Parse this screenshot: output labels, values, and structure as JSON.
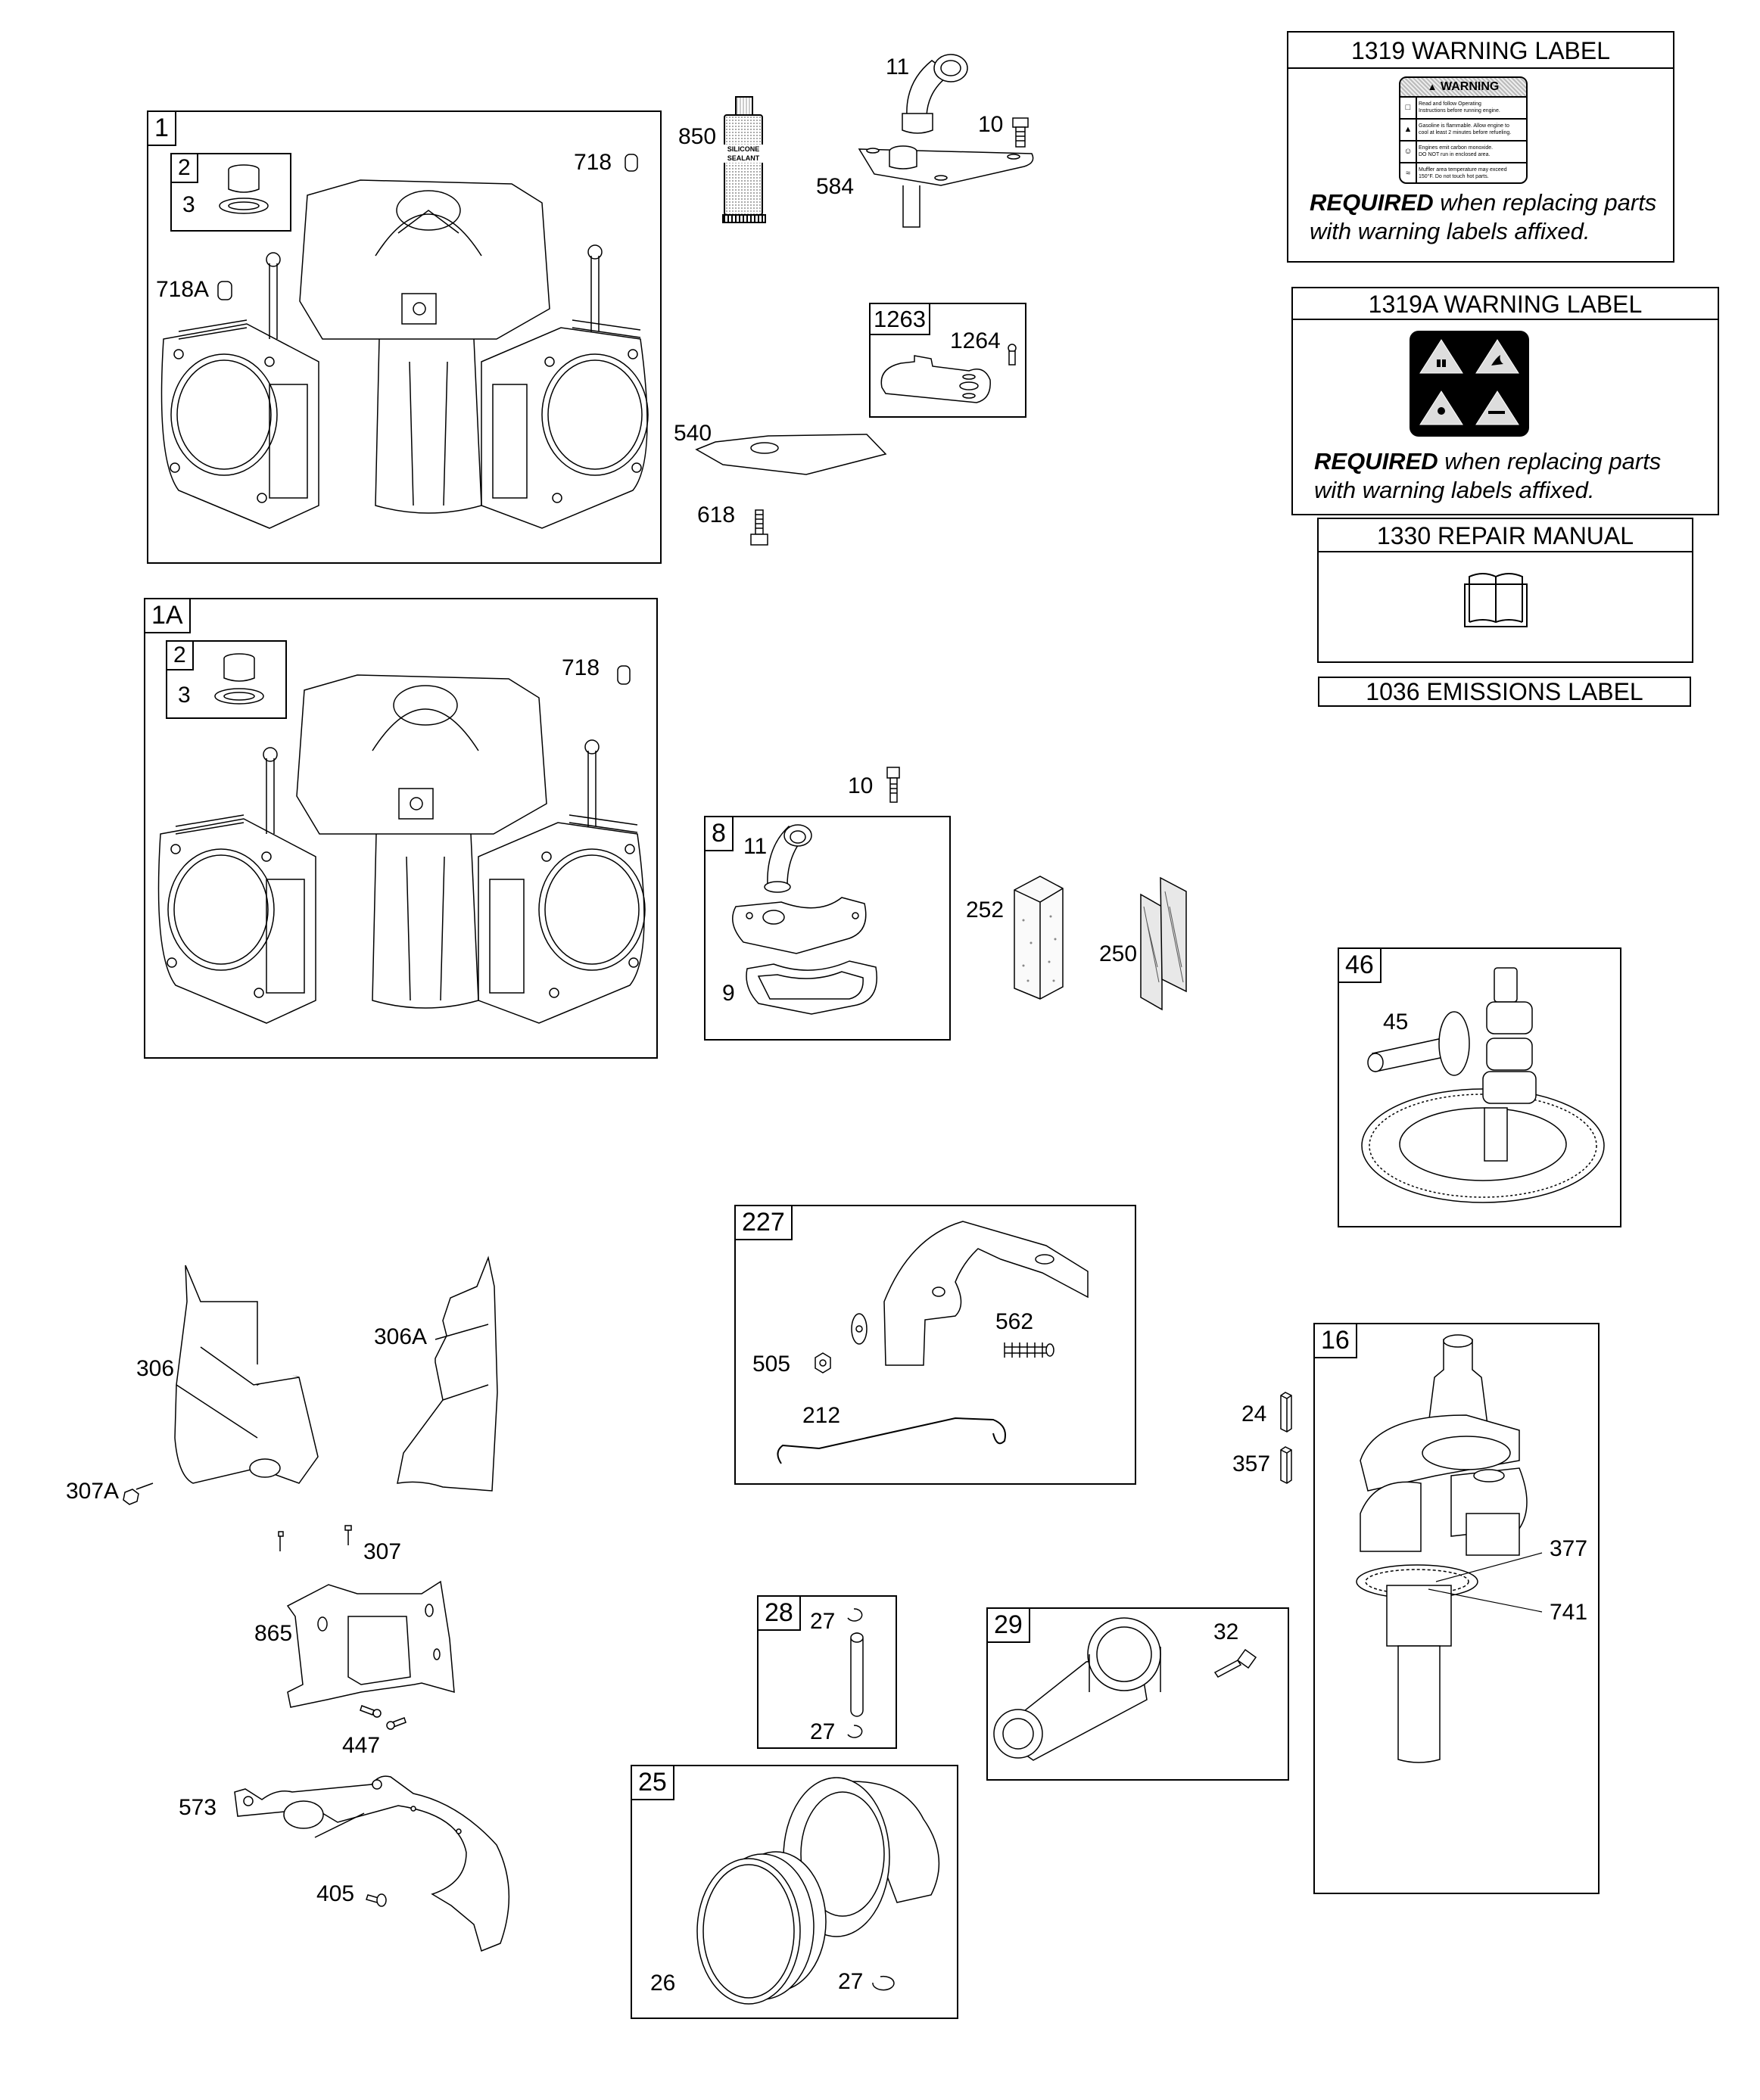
{
  "diagram": {
    "kind": "exploded parts diagram",
    "boxes": {
      "b1": {
        "label": "1",
        "parts": {
          "p2": "2",
          "p3": "3",
          "p718": "718",
          "p718a": "718A"
        }
      },
      "b1a": {
        "label": "1A",
        "parts": {
          "p2": "2",
          "p3": "3",
          "p718": "718"
        }
      },
      "b1263": {
        "label": "1263",
        "parts": {
          "p1264": "1264"
        }
      },
      "b8": {
        "label": "8",
        "parts": {
          "p11": "11",
          "p9": "9"
        }
      },
      "b46": {
        "label": "46",
        "parts": {
          "p45": "45"
        }
      },
      "b227": {
        "label": "227",
        "parts": {
          "p505": "505",
          "p562": "562",
          "p212": "212"
        }
      },
      "b16": {
        "label": "16",
        "parts": {
          "p377": "377",
          "p741": "741"
        }
      },
      "b28": {
        "label": "28",
        "parts": {
          "p27a": "27",
          "p27b": "27"
        }
      },
      "b29": {
        "label": "29",
        "parts": {
          "p32": "32"
        }
      },
      "b25": {
        "label": "25",
        "parts": {
          "p26": "26",
          "p27": "27"
        }
      }
    },
    "loose_parts": {
      "p850": "850",
      "p11": "11",
      "p10_top": "10",
      "p584": "584",
      "p540": "540",
      "p618": "618",
      "p10_mid": "10",
      "p252": "252",
      "p250": "250",
      "p306": "306",
      "p306a": "306A",
      "p307a": "307A",
      "p307": "307",
      "p865": "865",
      "p447": "447",
      "p573": "573",
      "p405": "405",
      "p24": "24",
      "p357": "357"
    },
    "sealant_tube_text": [
      "SILICONE",
      "SEALANT"
    ]
  },
  "labels": {
    "warning_1319": {
      "title": "1319 WARNING LABEL",
      "decal_heading": "WARNING",
      "decal_lines": [
        [
          "Read and follow Operating",
          "Instructions before running engine."
        ],
        [
          "Gasoline is flammable. Allow engine to",
          "cool at least 2 minutes before refueling."
        ],
        [
          "Engines emit carbon monoxide.",
          "DO NOT run in enclosed area."
        ],
        [
          "Muffler area temperature may exceed",
          "150°F. Do not touch hot parts."
        ]
      ],
      "required_bold": "REQUIRED",
      "required_rest_1": " when replacing parts",
      "required_line_2": "with warning labels affixed."
    },
    "warning_1319a": {
      "title": "1319A WARNING LABEL",
      "required_bold": "REQUIRED",
      "required_rest_1": " when replacing parts",
      "required_line_2": "with warning labels affixed."
    },
    "repair_manual": {
      "title": "1330 REPAIR MANUAL",
      "icon": "book-icon"
    },
    "emissions": {
      "title": "1036 EMISSIONS LABEL"
    }
  }
}
